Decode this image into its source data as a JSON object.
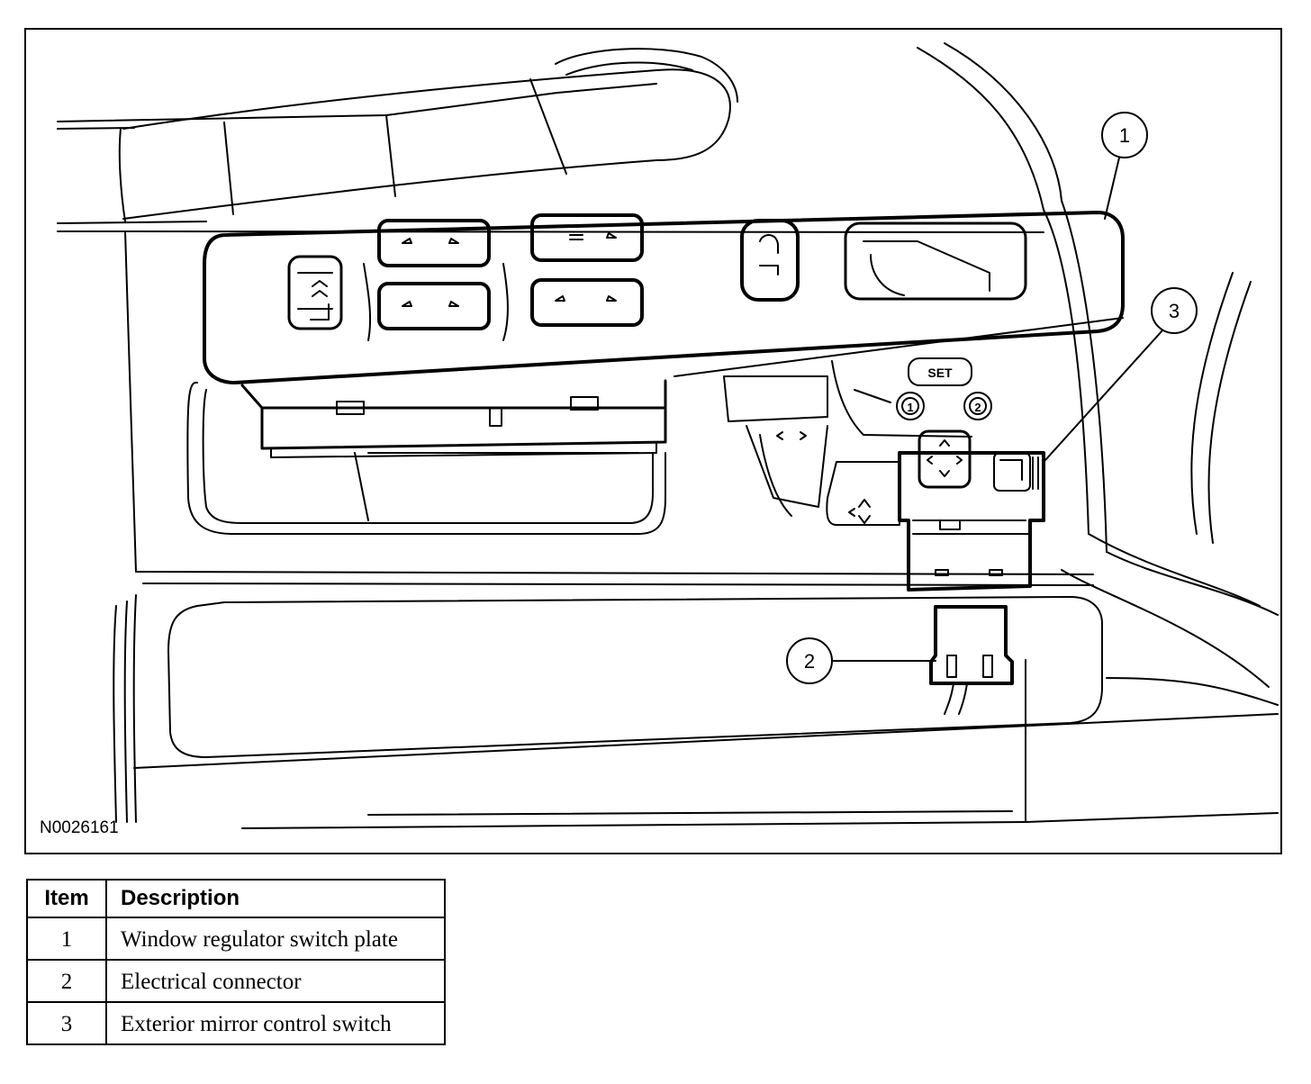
{
  "figure": {
    "code": "N0026161",
    "callouts": [
      {
        "item": "1"
      },
      {
        "item": "2"
      },
      {
        "item": "3"
      }
    ],
    "switch_labels": {
      "set": "SET",
      "memory_1": "1",
      "memory_2": "2"
    }
  },
  "legend": {
    "headers": {
      "item": "Item",
      "description": "Description"
    },
    "rows": [
      {
        "item": "1",
        "description": "Window regulator switch plate"
      },
      {
        "item": "2",
        "description": "Electrical connector"
      },
      {
        "item": "3",
        "description": "Exterior mirror control switch"
      }
    ]
  }
}
